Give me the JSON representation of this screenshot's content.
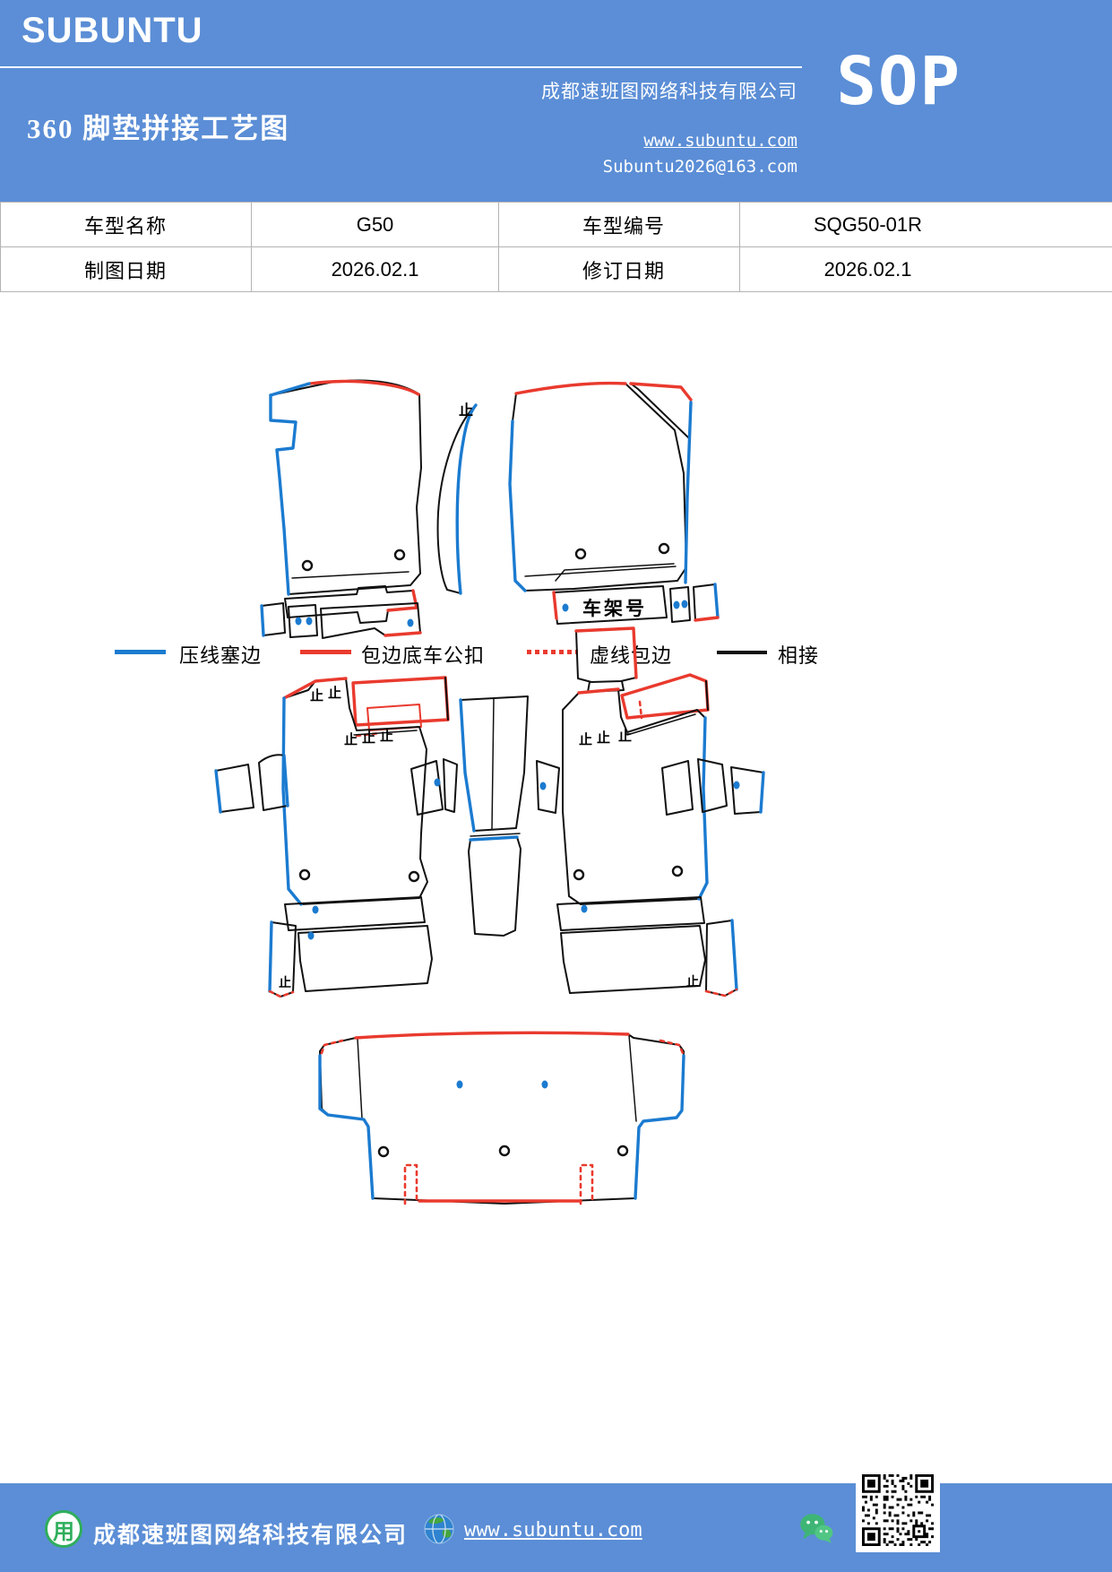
{
  "colors": {
    "accent": "#5b8ed6",
    "blue": "#1b7bd0",
    "red": "#e93a2e",
    "ink": "#111111",
    "green": "#2fae5b"
  },
  "header": {
    "logo": "SUBUNTU",
    "title": "360 脚垫拼接工艺图",
    "company": "成都速班图网络科技有限公司",
    "sop_label": "SOP",
    "website": "www.subuntu.com",
    "email": "Subuntu2026@163.com"
  },
  "info_table": {
    "cells": [
      {
        "label": "车型名称",
        "value": "G50"
      },
      {
        "label": "车型编号",
        "value": "SQG50-01R"
      },
      {
        "label": "制图日期",
        "value": "2026.02.1"
      },
      {
        "label": "修订日期",
        "value": "2026.02.1"
      }
    ]
  },
  "legend": {
    "items": [
      {
        "label": "压线塞边",
        "color": "#1b7bd0",
        "style": "solid"
      },
      {
        "label": "包边底车公扣",
        "color": "#e93a2e",
        "style": "solid"
      },
      {
        "label": "虚线包边",
        "color": "#e93a2e",
        "style": "dotted"
      },
      {
        "label": "相接",
        "color": "#111111",
        "style": "solid"
      }
    ]
  },
  "diagram": {
    "vin_label": "车架号",
    "stop_mark": "止"
  },
  "footer": {
    "logo_char": "用",
    "company": "成都速班图网络科技有限公司",
    "website": "www.subuntu.com"
  }
}
